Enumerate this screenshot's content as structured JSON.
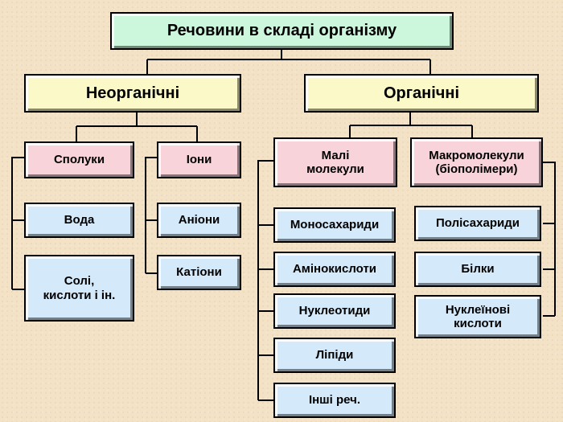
{
  "root": {
    "label": "Речовини в складі організму"
  },
  "categories": {
    "inorganic": {
      "label": "Неорганічні",
      "compounds": {
        "label": "Сполуки",
        "items": [
          "Вода",
          "Солі, кислоти і ін."
        ]
      },
      "ions": {
        "label": "Іони",
        "items": [
          "Аніони",
          "Катіони"
        ]
      }
    },
    "organic": {
      "label": "Органічні",
      "small": {
        "label": "Малі молекули",
        "items": [
          "Моносахариди",
          "Амінокислоти",
          "Нуклеотиди",
          "Ліпіди",
          "Інші реч."
        ]
      },
      "macro": {
        "label": "Макромолекули (біополімери)",
        "items": [
          "Полісахариди",
          "Білки",
          "Нуклеїнові кислоти"
        ]
      }
    }
  },
  "colors": {
    "root": "#cdf7dc",
    "category": "#fbf9c8",
    "group": "#f8d4da",
    "item": "#d4e9fa",
    "connector": "#000000"
  }
}
